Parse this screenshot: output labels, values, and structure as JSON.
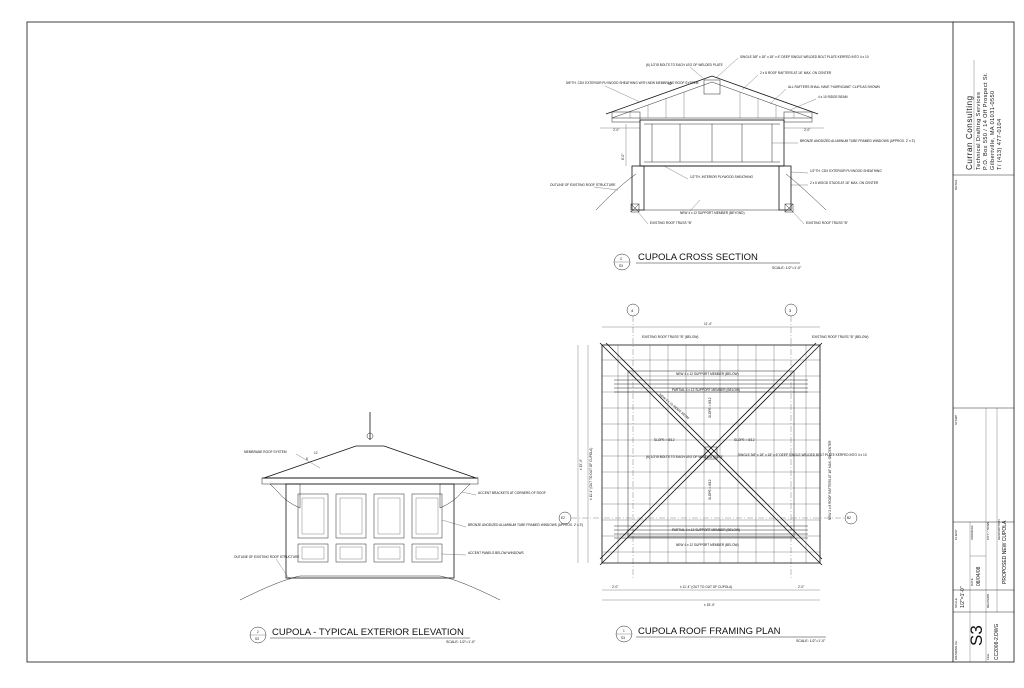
{
  "firm": {
    "name": "Curran Consulting",
    "line1": "Technical Drafting Services",
    "line2": "P.O. Box 550 / 14 Off Prospect St.",
    "line3": "Gilbertville, MA 01031-0550",
    "line4": "T/ (413) 477-0104"
  },
  "titleblock": {
    "notes_label": "NOTES",
    "stamp_label": "STAMP",
    "client_label": "CLIENT",
    "address_label": "ADDRESS",
    "city_label": "CITY / TOWN",
    "description_label": "DESCRIPTION",
    "project": "PROPOSED NEW CUPOLA",
    "scale_label": "SCALE",
    "scale_value": "1/2\"=1'-0\"",
    "date_label": "DATE",
    "date_value": "08/04/08",
    "revision_label": "REVISION",
    "drawing_label": "DRAWING No.",
    "sheet": "S3",
    "file_label": "FILE",
    "file_value": "CC2008-2.DWG"
  },
  "views": {
    "cross_section": {
      "title": "CUPOLA CROSS SECTION",
      "bubble_top": "C",
      "bubble_bottom": "S3",
      "scale": "SCALE: 1/2\"=1'-0\""
    },
    "framing_plan": {
      "title": "CUPOLA ROOF FRAMING PLAN",
      "bubble_top": "1",
      "bubble_bottom": "S3",
      "scale": "SCALE: 1/2\"=1'-0\""
    },
    "elevation": {
      "title": "CUPOLA - TYPICAL EXTERIOR ELEVATION",
      "bubble_top": "2",
      "bubble_bottom": "S3",
      "scale": "SCALE: 1/2\"=1'-0\""
    }
  },
  "notes": {
    "cs_bolts": "(6) 1/2\"Ø BOLTS TO EACH LEG OF WELDED PLATE",
    "cs_plate": "SINGLE 3/8\" x 18\" x 18\" x 6\" DEEP SINGLE WELDED BOLT PLATE KERFED INTO 4 x 10",
    "cs_sheathing": "5/8\"TH. CDX EXTERIOR PLYWOOD SHEATHING WITH NEW MEMBRANE ROOF SYSTEM",
    "cs_rafters": "2 x 8 ROOF RAFTERS AT 16\" MAX. ON CENTER",
    "cs_clips": "ALL RAFTERS SHALL HAVE \"HURRICANE\" CLIPS AS SHOWN",
    "cs_ridge": "4 x 10 RIDGE BEAM",
    "cs_windows": "BRONZE ANODIZED ALUMINUM TUBE FRAMED WINDOWS (APPROX. 2' x 3')",
    "cs_interior": "1/2\"TH. INTERIOR PLYWOOD SHEATHING",
    "cs_ext_ply": "1/2\"TH. CDX EXTERIOR PLYWOOD SHEATHING",
    "cs_studs": "2 x 6 WOOD STUDS AT 16\" MAX. ON CENTER",
    "cs_outline": "OUTLINE OF EXISTING ROOF STRUCTURE",
    "cs_support": "NEW 4 x 12 SUPPORT MEMBER (BEYOND)",
    "cs_truss_left": "EXISTING ROOF TRUSS \"B\"",
    "cs_truss_right": "EXISTING ROOF TRUSS \"B\"",
    "cs_dim_left": "2'-0\"",
    "cs_dim_right": "2'-0\"",
    "cs_dim_height": "6'-0\"",
    "cs_pitch": "12",
    "plan_truss_left": "EXISTING ROOF TRUSS \"B\" (BELOW)",
    "plan_truss_right": "EXISTING ROOF TRUSS \"B\" (BELOW)",
    "plan_support_top": "NEW 4 x 12 SUPPORT MEMBER (BELOW)",
    "plan_support_top2": "PARTIAL 4 x 12 SUPPORT MEMBER (BELOW)",
    "plan_support_bot": "PARTIAL 4 x 12 SUPPORT MEMBER (BELOW)",
    "plan_support_bot2": "NEW 4 x 12 SUPPORT MEMBER (BELOW)",
    "plan_hip": "NEW 4 x 10 RIDGE BEAM",
    "plan_slope1": "SLOPE = 8/12",
    "plan_slope2": "SLOPE = 8/12",
    "plan_slope3": "SLOPE = 8/12",
    "plan_slope4": "SLOPE = 8/12",
    "plan_bolts": "(6) 1/2\"Ø BOLTS TO EACH LEG OF WELDED PLATE",
    "plan_plate": "SINGLE 3/8\" x 18\" x 18\" x 6\" DEEP SINGLE WELDED BOLT PLATE KERFED INTO 4 x 10",
    "plan_rafters_side": "NEW 2 x 8 ROOF RAFTERS AT 16\" MAX. ON CENTER",
    "plan_dim_top": "11'-4\"",
    "plan_dim_bottom": "± 11'-4\" (OUT TO OUT OF CUPOLA)",
    "plan_dim_bottom2": "± 15'-4\"",
    "plan_dim_left": "± 11'-4\" (OUT TO OUT OF CUPOLA)",
    "plan_dim_left2": "± 15'-4\"",
    "plan_dim_small_a": "2'-0\"",
    "plan_dim_small_b": "2'-0\"",
    "plan_grid_left": "4",
    "plan_grid_right": "3",
    "plan_grid_e": "E2",
    "plan_grid_b": "B2",
    "el_roof": "MEMBRANE ROOF SYSTEM",
    "el_brackets": "ACCENT BRACKETS AT CORNERS OF ROOF",
    "el_windows": "BRONZE ANODIZED ALUMINUM TUBE FRAMED WINDOWS (APPROX. 2' x 3')",
    "el_panels": "ACCENT PANELS BELOW WINDOWS",
    "el_outline": "OUTLINE OF EXISTING ROOF STRUCTURE",
    "el_pitch": "12",
    "el_pitch2": "8"
  }
}
